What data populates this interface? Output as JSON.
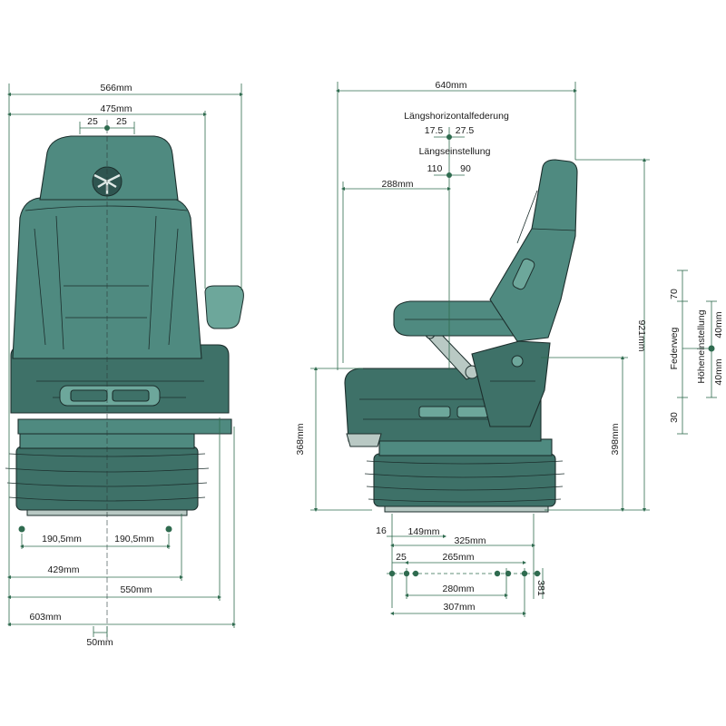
{
  "front_view": {
    "overall_width": "566mm",
    "backrest_width": "475mm",
    "adjust_left": "25",
    "adjust_right": "25",
    "bolt_left": "190,5mm",
    "bolt_right": "190,5mm",
    "width_429": "429mm",
    "width_550": "550mm",
    "width_603": "603mm",
    "offset_50": "50mm"
  },
  "side_view": {
    "overall_depth": "640mm",
    "horizontal_suspension_title": "Längshorizontalfederung",
    "horizontal_suspension_left": "17.5",
    "horizontal_suspension_right": "27.5",
    "longitudinal_adjust_title": "Längseinstellung",
    "longitudinal_adjust_left": "110",
    "longitudinal_adjust_right": "90",
    "depth_288": "288mm",
    "height_921": "921mm",
    "height_368": "368mm",
    "height_398": "398mm",
    "dim_16": "16",
    "dim_149": "149mm",
    "dim_325": "325mm",
    "dim_25": "25",
    "dim_265": "265mm",
    "dim_280": "280mm",
    "dim_307": "307mm",
    "dim_381": "381"
  },
  "suspension_scale": {
    "travel_label": "Federweg",
    "travel_top": "70",
    "travel_bottom": "30",
    "height_adjust_label": "Höheneinstellung",
    "height_adjust_top": "40mm",
    "height_adjust_bottom": "40mm"
  },
  "colors": {
    "seat": "#4f8a80",
    "dimension_lines": "#2f6b4f"
  },
  "icons": [
    "brand-logo-icon"
  ]
}
